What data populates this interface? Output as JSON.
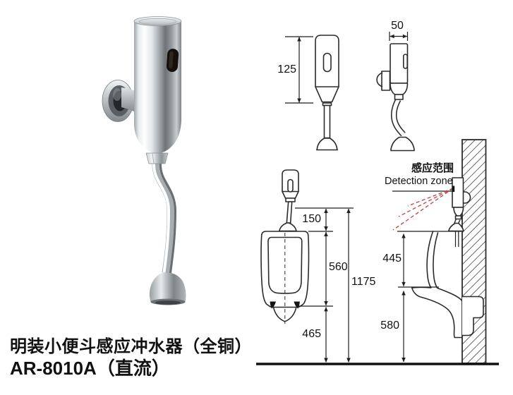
{
  "product": {
    "title_line1": "明装小便斗感应冲水器（全铜）",
    "title_line2": "AR-8010A（直流）"
  },
  "detection_zone": {
    "label_cn": "感应范围",
    "label_en": "Detection zone"
  },
  "dims": {
    "front_height": "125",
    "side_width": "50",
    "valve_to_urinal": "150",
    "urinal_height": "560",
    "urinal_bottom_to_floor": "465",
    "valve_to_floor": "1175",
    "side_rim_span": "445",
    "side_rim_to_floor": "580"
  },
  "colors": {
    "line": "#2b2b2b",
    "detection_dashed": "#bb4444",
    "background": "#ffffff"
  }
}
